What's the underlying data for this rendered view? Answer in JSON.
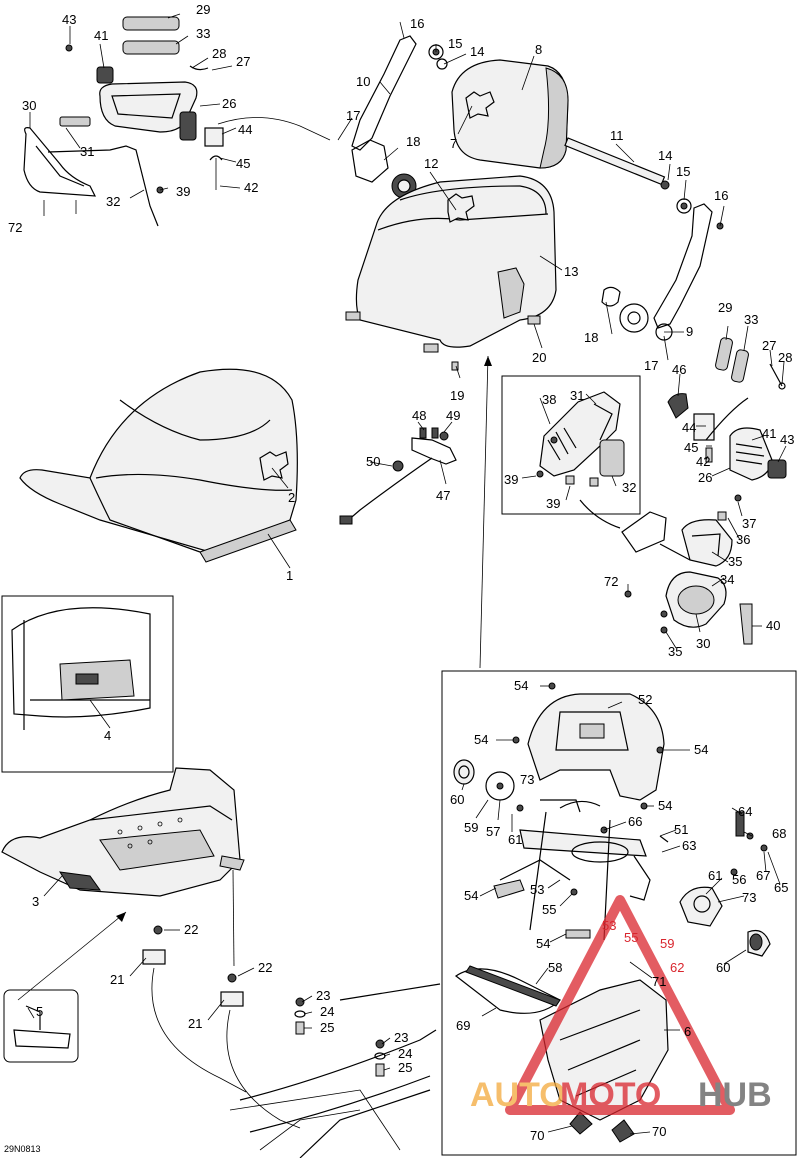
{
  "diagram": {
    "code": "29N0813",
    "labels": {
      "p1": "1",
      "p2": "2",
      "p3": "3",
      "p4": "4",
      "p5": "5",
      "p6": "6",
      "p7": "7",
      "p8": "8",
      "p9": "9",
      "p10": "10",
      "p11": "11",
      "p12": "12",
      "p13": "13",
      "p14": "14",
      "p14b": "14",
      "p15": "15",
      "p15b": "15",
      "p16": "16",
      "p16b": "16",
      "p17": "17",
      "p17b": "17",
      "p18": "18",
      "p18b": "18",
      "p19": "19",
      "p20": "20",
      "p21": "21",
      "p21b": "21",
      "p22": "22",
      "p22b": "22",
      "p23": "23",
      "p23b": "23",
      "p24": "24",
      "p24b": "24",
      "p25": "25",
      "p25b": "25",
      "p26": "26",
      "p26b": "26",
      "p27": "27",
      "p27b": "27",
      "p28": "28",
      "p28b": "28",
      "p29": "29",
      "p29b": "29",
      "p30": "30",
      "p30b": "30",
      "p31": "31",
      "p31b": "31",
      "p32": "32",
      "p32b": "32",
      "p33": "33",
      "p33b": "33",
      "p34": "34",
      "p35": "35",
      "p35b": "35",
      "p36": "36",
      "p37": "37",
      "p38": "38",
      "p39": "39",
      "p39b": "39",
      "p39c": "39",
      "p40": "40",
      "p41": "41",
      "p41b": "41",
      "p42": "42",
      "p42b": "42",
      "p43": "43",
      "p43b": "43",
      "p44": "44",
      "p44b": "44",
      "p45": "45",
      "p45b": "45",
      "p46": "46",
      "p47": "47",
      "p48": "48",
      "p49": "49",
      "p50": "50",
      "p51": "51",
      "p52": "52",
      "p53": "53",
      "p53r": "53",
      "p54a": "54",
      "p54b": "54",
      "p54c": "54",
      "p54d": "54",
      "p54e": "54",
      "p54f": "54",
      "p55": "55",
      "p55r": "55",
      "p56": "56",
      "p57": "57",
      "p58": "58",
      "p59": "59",
      "p59r": "59",
      "p60": "60",
      "p60b": "60",
      "p61": "61",
      "p61b": "61",
      "p62r": "62",
      "p63": "63",
      "p64": "64",
      "p65": "65",
      "p66": "66",
      "p67": "67",
      "p68": "68",
      "p69": "69",
      "p70": "70",
      "p70b": "70",
      "p71": "71",
      "p72": "72",
      "p72b": "72",
      "p73": "73",
      "p73b": "73"
    }
  },
  "watermark": {
    "text_left": "AUTO",
    "text_mid": "MOTO",
    "text_right": "HUB",
    "colors": {
      "orange": "#f3a93b",
      "red": "#d9262e",
      "gray": "#5a5a5a"
    }
  }
}
